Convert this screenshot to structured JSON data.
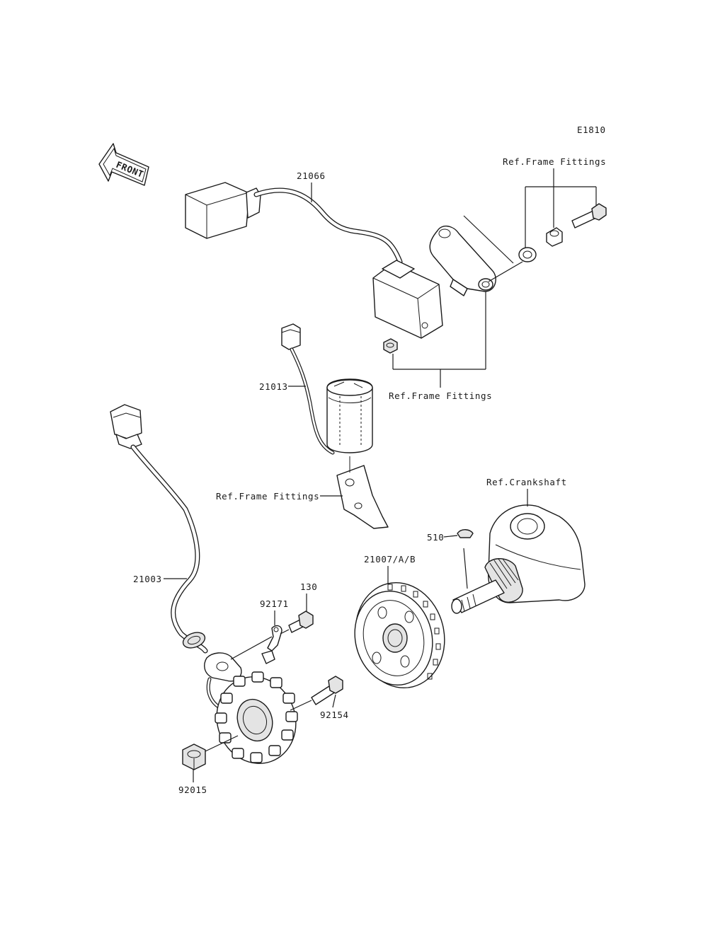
{
  "diagram_code": "E1810",
  "front_indicator": "FRONT",
  "labels": {
    "regulator_rectifier": "21066",
    "ref_frame_top": "Ref.Frame Fittings",
    "ref_frame_mid": "Ref.Frame Fittings",
    "capacitor": "21013",
    "ref_frame_bracket": "Ref.Frame Fittings",
    "ref_crankshaft": "Ref.Crankshaft",
    "key": "510",
    "rotor": "21007/A/B",
    "stator": "21003",
    "clamp": "92171",
    "bolt_130": "130",
    "bolt_92154": "92154",
    "nut": "92015"
  }
}
